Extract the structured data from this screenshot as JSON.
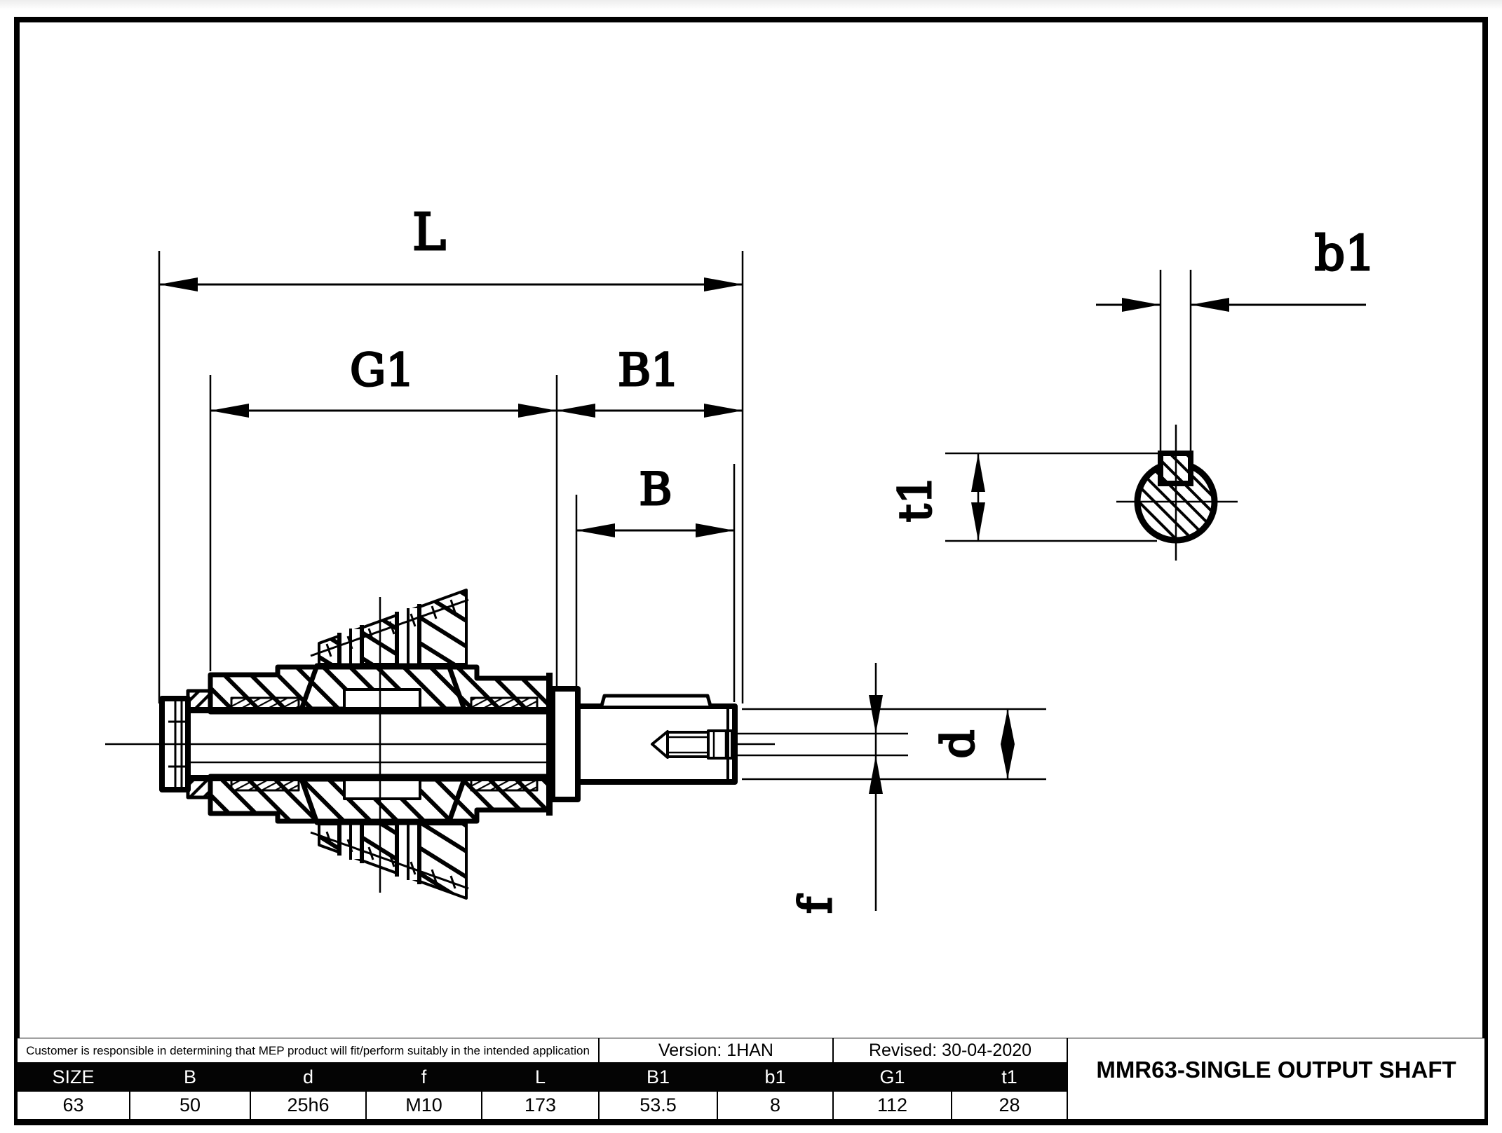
{
  "drawing": {
    "labels": {
      "L": "L",
      "G1": "G1",
      "B1": "B1",
      "B": "B",
      "b1": "b1",
      "t1": "t1",
      "d": "d",
      "f": "f"
    }
  },
  "title_block": {
    "disclaimer": "Customer is responsible in determining that MEP product will fit/perform suitably in the intended application",
    "version": "Version: 1HAN",
    "revised": "Revised: 30-04-2020",
    "drawing_title": "MMR63-SINGLE OUTPUT SHAFT",
    "columns": [
      {
        "label": "SIZE",
        "value": "63"
      },
      {
        "label": "B",
        "value": "50"
      },
      {
        "label": "d",
        "value": "25h6"
      },
      {
        "label": "f",
        "value": "M10"
      },
      {
        "label": "L",
        "value": "173"
      },
      {
        "label": "B1",
        "value": "53.5"
      },
      {
        "label": "b1",
        "value": "8"
      },
      {
        "label": "G1",
        "value": "112"
      },
      {
        "label": "t1",
        "value": "28"
      }
    ]
  }
}
